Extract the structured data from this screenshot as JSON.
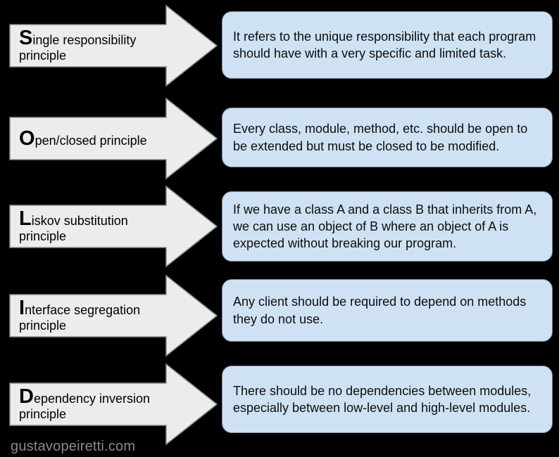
{
  "page": {
    "watermark": "gustavopeiretti.com"
  },
  "colors": {
    "background": "#000000",
    "arrow_fill": "#ececec",
    "arrow_stroke": "#8c8c8c",
    "box_fill": "#cfe2f3",
    "box_stroke": "#7a8899",
    "watermark_color": "#8a8a8a"
  },
  "principles": [
    {
      "initial": "S",
      "rest": "ingle responsibility principle",
      "description": "It refers to the unique responsibility that each program should have with a very specific and limited task."
    },
    {
      "initial": "O",
      "rest": "pen/closed principle",
      "description": "Every class, module, method, etc. should be open to be extended but must be closed to be modified."
    },
    {
      "initial": "L",
      "rest": "iskov substitution principle",
      "description": "If we have a class A and a class B that inherits from A, we can use an object of B where an object of A is expected without breaking our program."
    },
    {
      "initial": "I",
      "rest": "nterface segregation principle",
      "description": "Any client should be required to depend on methods they do not use."
    },
    {
      "initial": "D",
      "rest": "ependency inversion principle",
      "description": "There should be no dependencies between modules, especially between low-level and high-level modules."
    }
  ]
}
